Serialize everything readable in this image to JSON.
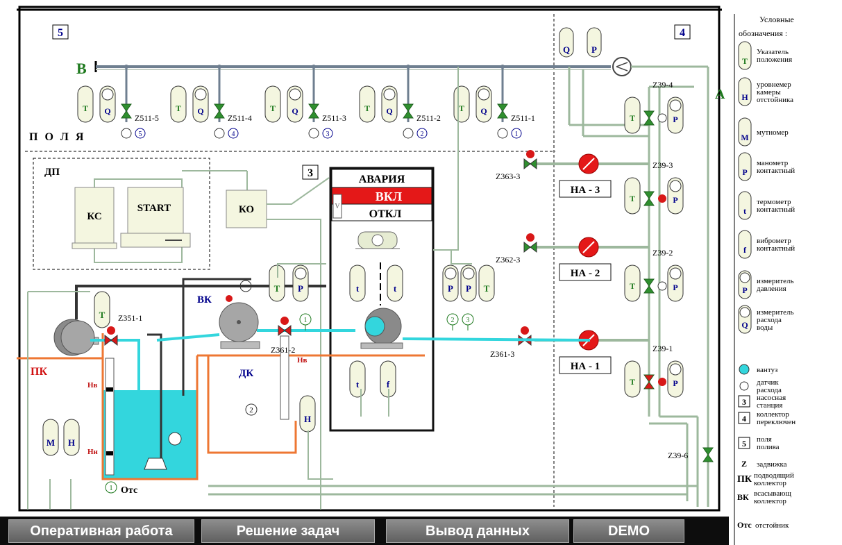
{
  "zones": {
    "zone5": "5",
    "zone4": "4",
    "zone3": "3"
  },
  "line_labels": {
    "b": "В",
    "a": "А",
    "polya": "П О Л Я",
    "pk": "ПК",
    "dk": "ДК",
    "vk": "ВК",
    "ots": "Отс"
  },
  "dp": {
    "title": "ДП",
    "ks": "КС",
    "start": "START",
    "ko": "КО"
  },
  "control": {
    "alarm": "АВАРИЯ",
    "on": "ВКЛ",
    "off": "ОТКЛ",
    "v": "V"
  },
  "valves": {
    "z511_5": "Z511-5",
    "z511_4": "Z511-4",
    "z511_3": "Z511-3",
    "z511_2": "Z511-2",
    "z511_1": "Z511-1",
    "z39_4": "Z39-4",
    "z39_3": "Z39-3",
    "z39_2": "Z39-2",
    "z39_1": "Z39-1",
    "z39_6": "Z39-6",
    "z363_3": "Z363-3",
    "z362_3": "Z362-3",
    "z361_3": "Z361-3",
    "z361_2": "Z361-2",
    "z351_1": "Z351-1"
  },
  "pumps": {
    "na3": "НА - 3",
    "na2": "НА - 2",
    "na1": "НА - 1"
  },
  "level": {
    "hv": "Нв",
    "hn": "Нн"
  },
  "sym": {
    "t": "T",
    "q": "Q",
    "p": "P",
    "h": "H",
    "m": "M",
    "tt": "t",
    "f": "f"
  },
  "circle_nums": {
    "c1": "1",
    "c2": "2",
    "c3": "3",
    "c4": "4",
    "c5": "5"
  },
  "tabs": [
    "Оперативная работа",
    "Решение задач",
    "Вывод данных",
    "DEMO"
  ],
  "legend": {
    "title1": "Условные",
    "title2": "обозначения :",
    "items": [
      [
        "Указатель",
        "положения"
      ],
      [
        "уровнемер",
        "камеры",
        "отстойника"
      ],
      [
        "мутномер"
      ],
      [
        "манометр",
        "контактный"
      ],
      [
        "термометр",
        "контактный"
      ],
      [
        "виброметр",
        "контактный"
      ],
      [
        "измеритель",
        "давления"
      ],
      [
        "измеритель",
        "расхода",
        "воды"
      ],
      [
        "вантуз"
      ],
      [
        "датчик",
        "расхода"
      ],
      [
        "насосная",
        "станция"
      ],
      [
        "коллектор",
        "переключен"
      ],
      [
        "поля",
        "полива"
      ],
      [
        "задвижка"
      ],
      [
        "подводящий",
        "коллектор"
      ],
      [
        "всасывающ",
        "коллектор"
      ],
      [
        "отстойник"
      ]
    ],
    "keys": [
      "T",
      "H",
      "M",
      "P",
      "t",
      "f",
      "P",
      "Q",
      "3",
      "4",
      "5",
      "Z",
      "ПК",
      "ВК",
      "Отс"
    ]
  },
  "colors": {
    "water": "#33d6dd",
    "pk_line": "#ee7733",
    "pipe": "#9db89d",
    "accent_red": "#e41818",
    "valve_green": "#2f8f2f",
    "tab_bg": "#707070"
  }
}
